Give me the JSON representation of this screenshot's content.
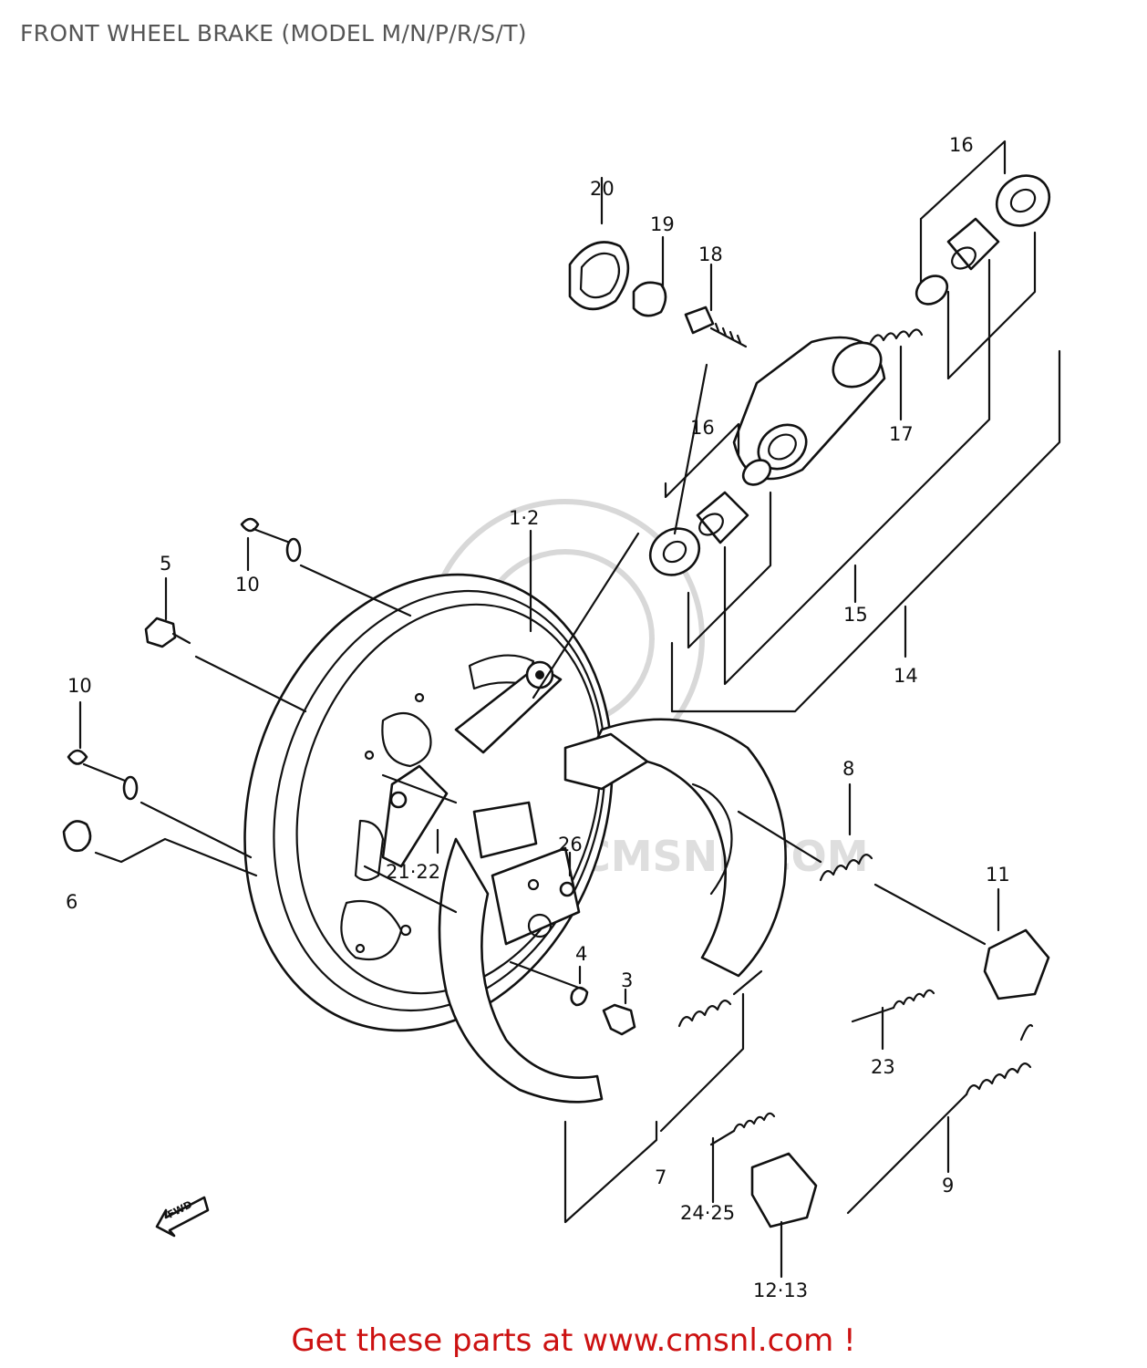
{
  "title": "FRONT WHEEL BRAKE (MODEL M/N/P/R/S/T)",
  "footer": "Get these parts at www.cmsnl.com !",
  "watermark": "WWW.CMSNL.COM",
  "fwd_label": "FWD",
  "colors": {
    "title": "#555555",
    "footer": "#cc1111",
    "line": "#111111"
  },
  "labels": {
    "p1_2": "1·2",
    "p3": "3",
    "p4": "4",
    "p5": "5",
    "p6": "6",
    "p7": "7",
    "p8": "8",
    "p9": "9",
    "p10a": "10",
    "p10b": "10",
    "p11": "11",
    "p12_13": "12·13",
    "p14": "14",
    "p15": "15",
    "p16a": "16",
    "p16b": "16",
    "p17": "17",
    "p18": "18",
    "p19": "19",
    "p20": "20",
    "p21_22": "21·22",
    "p23": "23",
    "p24_25": "24·25",
    "p26": "26"
  }
}
